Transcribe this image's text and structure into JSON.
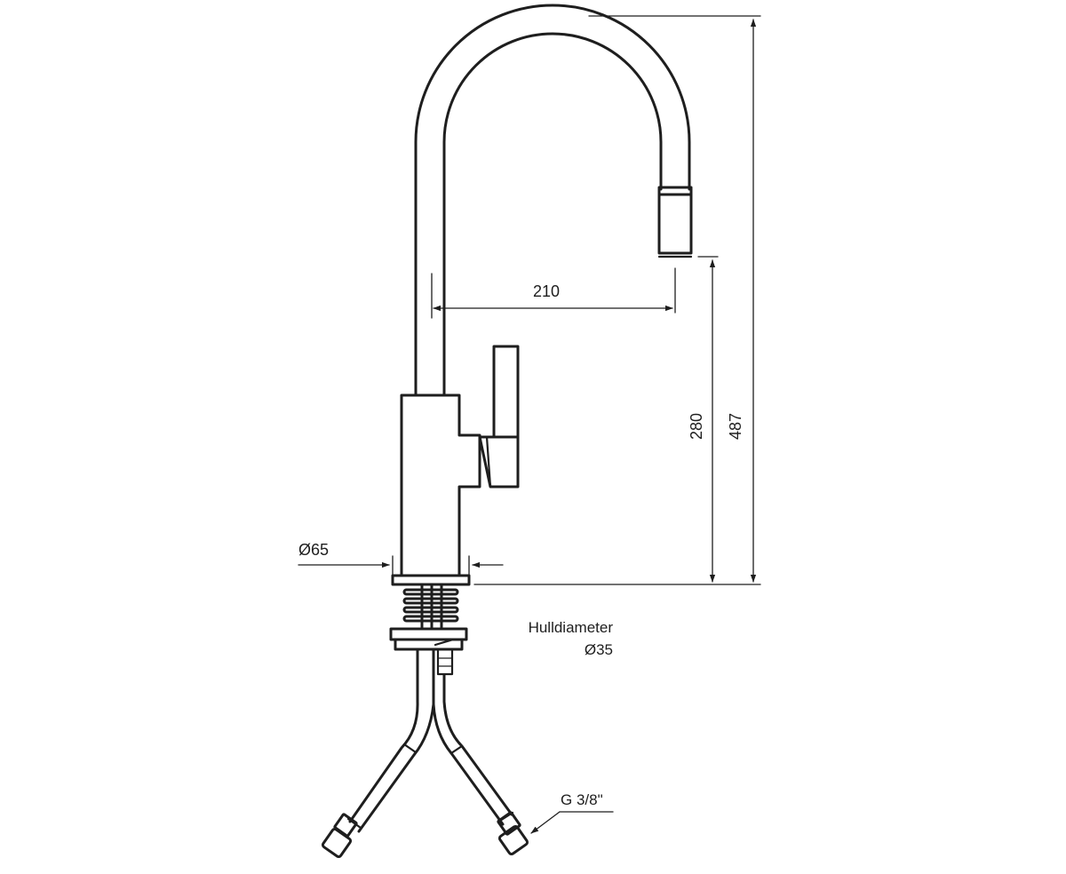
{
  "dimensions": {
    "reach": "210",
    "spout_height": "280",
    "total_height": "487",
    "base_diameter": "Ø65",
    "hole_label": "Hulldiameter",
    "hole_diameter": "Ø35",
    "connection": "G 3/8\""
  },
  "colors": {
    "line": "#1e1e1e",
    "background": "#ffffff"
  }
}
